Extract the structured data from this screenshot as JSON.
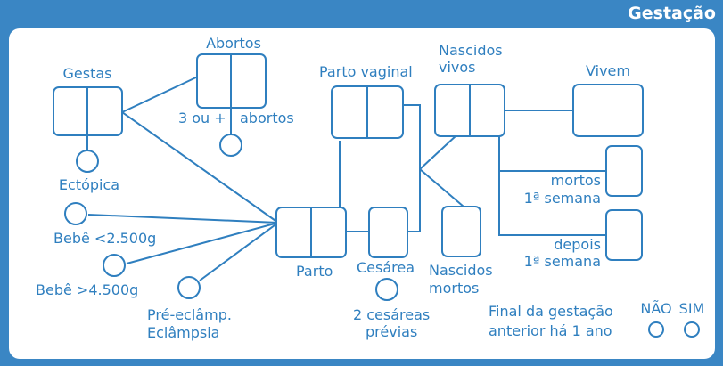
{
  "header": {
    "title": "Gestação"
  },
  "labels": {
    "gestas": "Gestas",
    "abortos": "Abortos",
    "tres_ou_mais": "3 ou +",
    "abortos_sub": "abortos",
    "ectopica": "Ectópica",
    "bebe_menor": "Bebê <2.500g",
    "bebe_maior": "Bebê >4.500g",
    "pre_eclamp": "Pré-eclâmp.",
    "eclampsia": "Eclâmpsia",
    "parto_vaginal": "Parto vaginal",
    "parto": "Parto",
    "cesarea": "Cesárea",
    "duas_cesareas": "2 cesáreas",
    "previas": "prévias",
    "nascidos_vivos_1": "Nascidos",
    "nascidos_vivos_2": "vivos",
    "nascidos_mortos_1": "Nascidos",
    "nascidos_mortos_2": "mortos",
    "vivem": "Vivem",
    "mortos": "mortos",
    "primeira_semana_1": "1ª semana",
    "depois": "depois",
    "primeira_semana_2": "1ª semana",
    "final_1": "Final da gestação",
    "final_2": "anterior há 1 ano",
    "nao": "NÃO",
    "sim": "SIM"
  },
  "colors": {
    "background": "#3a86c4",
    "ink": "#2f7fbf",
    "panel": "#ffffff"
  }
}
